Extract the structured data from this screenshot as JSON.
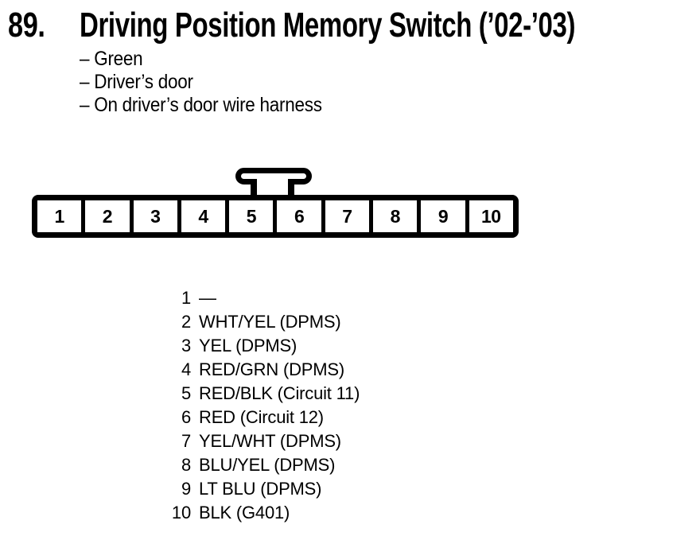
{
  "page": {
    "section_number": "89.",
    "title": "Driving Position Memory Switch (’02-’03)",
    "notes": [
      "– Green",
      "– Driver’s door",
      "– On driver’s door wire harness"
    ]
  },
  "connector": {
    "description": "10-cavity connector, latch tab between cavities 5 and 6",
    "cavities": [
      "1",
      "2",
      "3",
      "4",
      "5",
      "6",
      "7",
      "8",
      "9",
      "10"
    ]
  },
  "pinout": {
    "rows": [
      {
        "pin": "1",
        "wire": "—"
      },
      {
        "pin": "2",
        "wire": "WHT/YEL (DPMS)"
      },
      {
        "pin": "3",
        "wire": "YEL (DPMS)"
      },
      {
        "pin": "4",
        "wire": "RED/GRN (DPMS)"
      },
      {
        "pin": "5",
        "wire": "RED/BLK (Circuit 11)"
      },
      {
        "pin": "6",
        "wire": "RED (Circuit 12)"
      },
      {
        "pin": "7",
        "wire": "YEL/WHT (DPMS)"
      },
      {
        "pin": "8",
        "wire": "BLU/YEL (DPMS)"
      },
      {
        "pin": "9",
        "wire": "LT BLU (DPMS)"
      },
      {
        "pin": "10",
        "wire": "BLK (G401)"
      }
    ]
  },
  "colors": {
    "ink": "#000000",
    "paper": "#ffffff"
  }
}
